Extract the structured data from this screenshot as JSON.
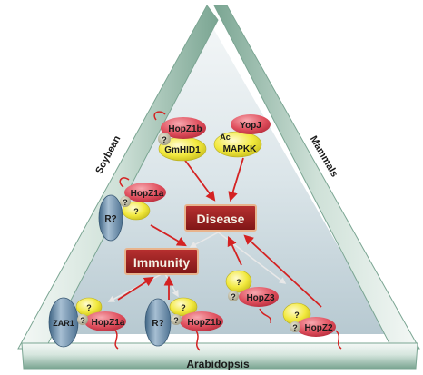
{
  "colors": {
    "bar_light": "#e6f0ec",
    "bar_mid": "#b9d3c7",
    "bar_dark": "#6f9c87",
    "inner": "#c9d8de",
    "arrow": "#d42222",
    "box_fill": "#9a1e1e",
    "box_stroke": "#e8b38c",
    "effector": "#e0505e",
    "yellow": "#f2e93e",
    "grey_ball": "#b7b39a",
    "receptor": "#5c7f9e"
  },
  "sides": {
    "left": "Soybean",
    "right": "Mammals",
    "bottom": "Arabidopsis"
  },
  "boxes": {
    "disease": "Disease",
    "immunity": "Immunity"
  },
  "receptors": {
    "r_top": "R?",
    "zar1": "ZAR1",
    "r_bottom": "R?"
  },
  "complexes": {
    "hopz1b_top": {
      "effector": "HopZ1b",
      "host": "GmHID1",
      "mark": "?"
    },
    "yopj": {
      "effector": "YopJ",
      "mod": "Ac",
      "host": "MAPKK"
    },
    "hopz1a_top": {
      "effector": "HopZ1a",
      "mark1": "?",
      "mark2": "?"
    },
    "hopz3": {
      "effector": "HopZ3",
      "mark1": "?",
      "mark2": "?"
    },
    "hopz1a_bottom": {
      "effector": "HopZ1a",
      "mark1": "?",
      "mark2": "?"
    },
    "hopz1b_bottom": {
      "effector": "HopZ1b",
      "mark1": "?",
      "mark2": "?"
    },
    "hopz2": {
      "effector": "HopZ2",
      "mark1": "?",
      "mark2": "?"
    }
  }
}
